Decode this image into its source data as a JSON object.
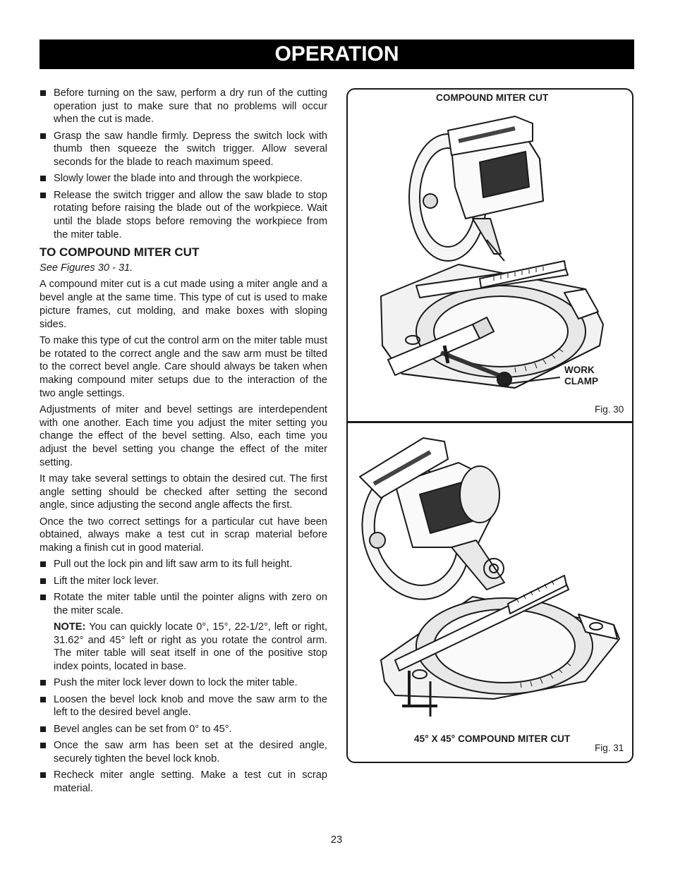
{
  "header": {
    "title": "OPERATION"
  },
  "intro_bullets": [
    "Before turning on the saw, perform a dry run of the cutting operation just to make sure that no problems will occur when the cut is made.",
    "Grasp the saw handle firmly. Depress the switch lock with thumb then squeeze the switch trigger. Allow several seconds for the blade to reach maximum speed.",
    "Slowly lower the blade into and through the workpiece.",
    "Release the switch trigger and allow the saw blade to stop rotating before raising the blade out of the workpiece. Wait until the blade stops before removing the workpiece from the miter table."
  ],
  "section": {
    "heading": "TO COMPOUND MITER CUT",
    "see_figures": "See Figures 30 - 31.",
    "paragraphs": [
      "A compound miter cut is a cut made using a miter angle and a bevel angle at the same time. This type of cut is used to make picture frames, cut molding, and make boxes with sloping sides.",
      "To make this type of cut the control arm on the miter table must be rotated to the correct angle and the saw arm must be tilted to the correct bevel angle. Care should always be taken when making compound miter setups due to the interaction of the two angle settings.",
      "Adjustments of miter and bevel settings are interdependent with one another. Each time you adjust the miter setting you change the effect of the bevel setting. Also, each time you adjust the bevel setting you change the effect of the miter setting.",
      "It may take several settings to obtain the desired cut. The first angle setting should be checked after setting the second angle, since adjusting the second angle affects the first.",
      "Once the two correct settings for a particular cut have been obtained, always make a test cut in scrap material before making a finish cut in good material."
    ],
    "steps_a": [
      "Pull out the lock pin and lift saw arm to its full height.",
      "Lift the miter lock lever.",
      "Rotate the miter table until the pointer aligns with zero on the miter scale."
    ],
    "note_label": "NOTE:",
    "note_text": " You can quickly locate 0°, 15°, 22-1/2°, left or right, 31.62° and 45° left or right as you rotate the control arm. The miter table will seat itself in one of the positive stop index points, located in base.",
    "steps_b": [
      "Push the miter lock lever down to lock the miter table.",
      "Loosen the bevel lock knob and move the saw arm to the left to the desired bevel angle.",
      "Bevel angles can be set from 0° to 45°.",
      "Once the saw arm has been set at the desired angle, securely tighten the bevel lock knob.",
      "Recheck miter angle setting. Make a test cut in scrap material."
    ]
  },
  "figure30": {
    "title": "COMPOUND MITER CUT",
    "callout_line1": "WORK",
    "callout_line2": "CLAMP",
    "label": "Fig. 30"
  },
  "figure31": {
    "title": "45° X 45° COMPOUND MITER CUT",
    "label": "Fig. 31"
  },
  "page_number": "23"
}
